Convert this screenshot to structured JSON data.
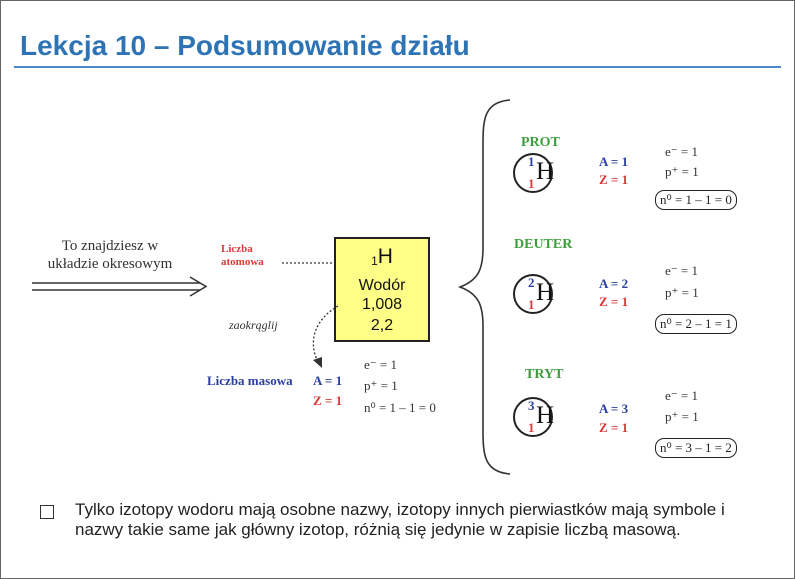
{
  "title": "Lekcja 10 – Podsumowanie działu",
  "left_text_line1": "To znajdziesz w",
  "left_text_line2": "układzie okresowym",
  "label_atomowa_1": "Liczba",
  "label_atomowa_2": "atomowa",
  "label_zaokraglij": "zaokrąglij",
  "tile": {
    "atomic_number": "1",
    "symbol": "H",
    "name": "Wodór",
    "mass": "1,008",
    "electronegativity": "2,2"
  },
  "mass_label": "Liczba masowa",
  "center": {
    "A": "A = 1",
    "Z": "Z = 1",
    "e": "e⁻ = 1",
    "p": "p⁺ = 1",
    "n": "n⁰ = 1 – 1 = 0"
  },
  "isotopes": [
    {
      "name": "PROT",
      "mass_number": "1",
      "atomic_number": "1",
      "symbol": "H",
      "A": "A = 1",
      "Z": "Z = 1",
      "e": "e⁻ = 1",
      "p": "p⁺ = 1",
      "n": "n⁰ = 1 – 1 = 0"
    },
    {
      "name": "DEUTER",
      "mass_number": "2",
      "atomic_number": "1",
      "symbol": "H",
      "A": "A = 2",
      "Z": "Z = 1",
      "e": "e⁻ = 1",
      "p": "p⁺ = 1",
      "n": "n⁰ = 2 – 1 = 1"
    },
    {
      "name": "TRYT",
      "mass_number": "3",
      "atomic_number": "1",
      "symbol": "H",
      "A": "A = 3",
      "Z": "Z = 1",
      "e": "e⁻ = 1",
      "p": "p⁺ = 1",
      "n": "n⁰ = 3 – 1 = 2"
    }
  ],
  "footnote": "Tylko izotopy wodoru mają osobne nazwy, izotopy innych pierwiastków mają symbole i nazwy takie same jak główny izotop, różnią się jedynie w zapisie liczbą masową.",
  "colors": {
    "title": "#2e74b5",
    "red": "#d93a3a",
    "blue": "#2a3f9e",
    "green": "#3c9e3c",
    "tile": "#ffff88"
  }
}
